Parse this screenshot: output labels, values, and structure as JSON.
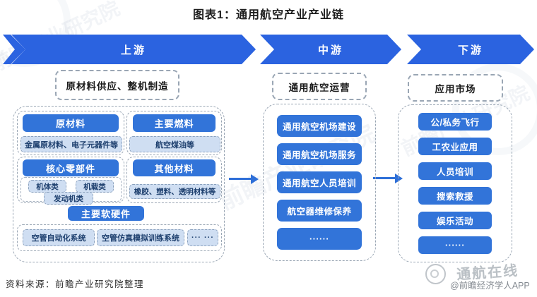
{
  "title": "图表1：通用航空产业产业链",
  "banners": [
    {
      "label": "上游"
    },
    {
      "label": "中游"
    },
    {
      "label": "下游"
    }
  ],
  "upstream": {
    "header": "原材料供应、整机制造",
    "groups": [
      {
        "title": "原材料",
        "items": [
          "金属原材料、电子元器件等"
        ]
      },
      {
        "title": "主要燃料",
        "items": [
          "航空煤油等"
        ]
      },
      {
        "title": "核心零部件",
        "items": [
          "机体类",
          "机载类",
          "发动机类"
        ]
      },
      {
        "title": "其他材料",
        "items": [
          "橡胶、塑料、透明材料等"
        ]
      },
      {
        "title": "主要软硬件",
        "items": [
          "空管自动化系统",
          "空管仿真模拟训练系统",
          "··· ···"
        ]
      }
    ]
  },
  "midstream": {
    "header": "通用航空运营",
    "items": [
      "通用航空机场建设",
      "通用航空机场服务",
      "通用航空人员培训",
      "航空器维修保养",
      "······"
    ]
  },
  "downstream": {
    "header": "应用市场",
    "items": [
      "公/私务飞行",
      "工农业应用",
      "人员培训",
      "搜索救援",
      "娱乐活动",
      "······"
    ]
  },
  "source": "资料来源：前瞻产业研究院整理",
  "watermarks": {
    "brand": "通航在线",
    "app": "@前瞻经济学人APP",
    "diagonal": "前瞻产业研究院"
  },
  "colors": {
    "banner_blue": "#2b63e0",
    "box_blue": "#3274d9",
    "light_box_bg": "#cfdef2",
    "light_box_text": "#1d3f6e",
    "dashed_border": "#9aa6b4"
  }
}
